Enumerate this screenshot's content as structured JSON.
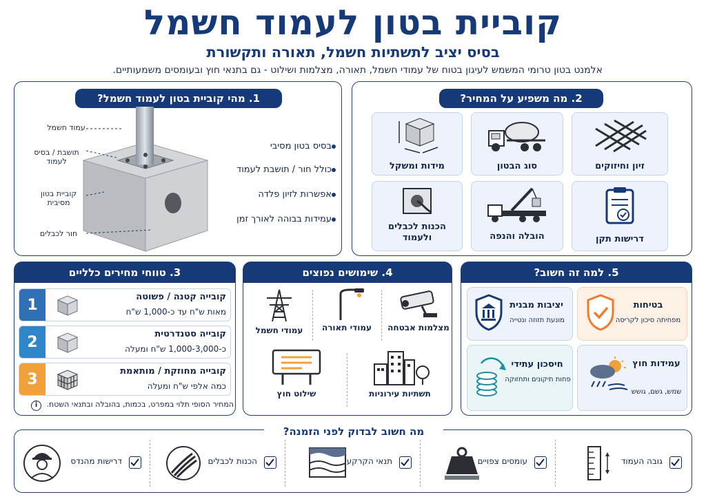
{
  "header": {
    "title": "קוביית בטון לעמוד חשמל",
    "subtitle": "בסיס יציב לתשתיות חשמל, תאורה ותקשורת",
    "intro": "אלמנט בטון טרומי המשמש לעיגון בטוח של עמודי חשמל, תאורה, מצלמות ושילוט - גם בתנאי חוץ ובעומסים משמעותיים."
  },
  "section1": {
    "title": "1. מהי קוביית בטון לעמוד חשמל?",
    "annotations": [
      "עמוד חשמל",
      "תושבת / בסיס לעמוד",
      "קוביית בטון מסיבית",
      "חור לכבלים"
    ],
    "bullets": [
      "בסיס בטון מסיבי",
      "כולל חור / תושבת לעמוד",
      "אפשרות לזיון פלדה",
      "עמידות בבוהה לאורך זמן"
    ]
  },
  "section2": {
    "title": "2. מה משפיע על המחיר?",
    "items": [
      "זיון וחיזוקים",
      "סוג הבטון",
      "מידות ומשקל",
      "דרישות תקן",
      "הובלה והנפה",
      "הכנות לכבלים ולעמוד"
    ],
    "icons": [
      "rebar-mesh-icon",
      "concrete-mixer-icon",
      "cube-dimensions-icon",
      "clipboard-check-icon",
      "crane-truck-icon",
      "cable-box-icon"
    ]
  },
  "section3": {
    "title": "3. טווחי מחירים כלליים",
    "rows": [
      {
        "num": "1",
        "name": "קובייה קטנה / פשוטה",
        "price": "מאות ש\"ח עד כ-1,000 ש\"ח",
        "color": "#2f6fb5"
      },
      {
        "num": "2",
        "name": "קובייה סטנדרטית",
        "price": "כ-1,000-3,000 ש\"ח ומעלה",
        "color": "#2f86c8"
      },
      {
        "num": "3",
        "name": "קובייה מחוזקת / מותאמת",
        "price": "כמה אלפי ש\"ח ומעלה",
        "color": "#f0a13a"
      }
    ],
    "note": "המחיר הסופי תלוי במפרט, בכמות, בהובלה ובתנאי השטח.",
    "info_icon": "info-icon"
  },
  "section4": {
    "title": "4. שימושים נפוצים",
    "items": [
      "עמודי חשמל",
      "עמודי תאורה",
      "מצלמות אבטחה",
      "שילוט חוץ",
      "תשתיות עירוניות"
    ],
    "icons": [
      "power-pylon-icon",
      "street-light-icon",
      "security-camera-icon",
      "billboard-icon",
      "city-buildings-icon"
    ]
  },
  "section5": {
    "title": "5. למה זה חשוב?",
    "items": [
      {
        "name": "בטיחות",
        "desc": "מפחיתה סיכון לקריסה"
      },
      {
        "name": "יציבות מבנית",
        "desc": "מונעת תזוזה ונטייה"
      },
      {
        "name": "עמידות חוץ",
        "desc": "שמש, גשם, גושש"
      },
      {
        "name": "חיסכון עתידי",
        "desc": "פחות תיקונים ותחזוקה"
      }
    ],
    "colors": {
      "orange": "#f07b2b",
      "navy": "#163a78",
      "teal": "#1a8fa0"
    }
  },
  "checklist": {
    "title": "מה חשוב לבדוק לפני הזמנה?",
    "items": [
      "גובה העמוד",
      "עומסים צפויים",
      "תנאי הקרקע",
      "הכנות לכבלים",
      "דרישות מהנדס"
    ],
    "icons": [
      "ruler-icon",
      "weight-icon",
      "soil-layers-icon",
      "cables-icon",
      "engineer-icon"
    ]
  }
}
